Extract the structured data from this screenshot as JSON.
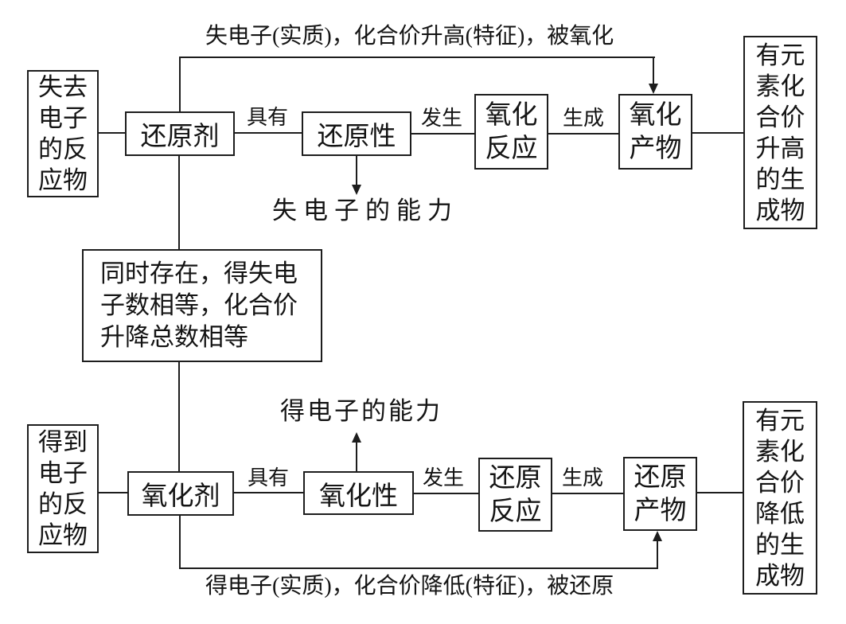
{
  "colors": {
    "ink": "#1d1d1d",
    "background": "#ffffff"
  },
  "top_flow": {
    "bypass_label": "失电子(实质)，化合价升高(特征)，被氧化",
    "reactant_lines": [
      "失去",
      "电子",
      "的反",
      "应物"
    ],
    "agent": "还原剂",
    "has": "具有",
    "property": "还原性",
    "ability_label": "失电子的能力",
    "occurs": "发生",
    "reaction_lines": [
      "氧化",
      "反应"
    ],
    "produces": "生成",
    "product_lines": [
      "氧化",
      "产物"
    ],
    "result_lines": [
      "有元",
      "素化",
      "合价",
      "升高",
      "的生",
      "成物"
    ]
  },
  "center": {
    "conservation_lines": [
      "同时存在，得失电",
      "子数相等，化合价",
      "升降总数相等"
    ]
  },
  "bottom_flow": {
    "bypass_label": "得电子(实质)，化合价降低(特征)，被还原",
    "reactant_lines": [
      "得到",
      "电子",
      "的反",
      "应物"
    ],
    "agent": "氧化剂",
    "has": "具有",
    "property": "氧化性",
    "ability_label": "得电子的能力",
    "occurs": "发生",
    "reaction_lines": [
      "还原",
      "反应"
    ],
    "produces": "生成",
    "product_lines": [
      "还原",
      "产物"
    ],
    "result_lines": [
      "有元",
      "素化",
      "合价",
      "降低",
      "的生",
      "成物"
    ]
  }
}
